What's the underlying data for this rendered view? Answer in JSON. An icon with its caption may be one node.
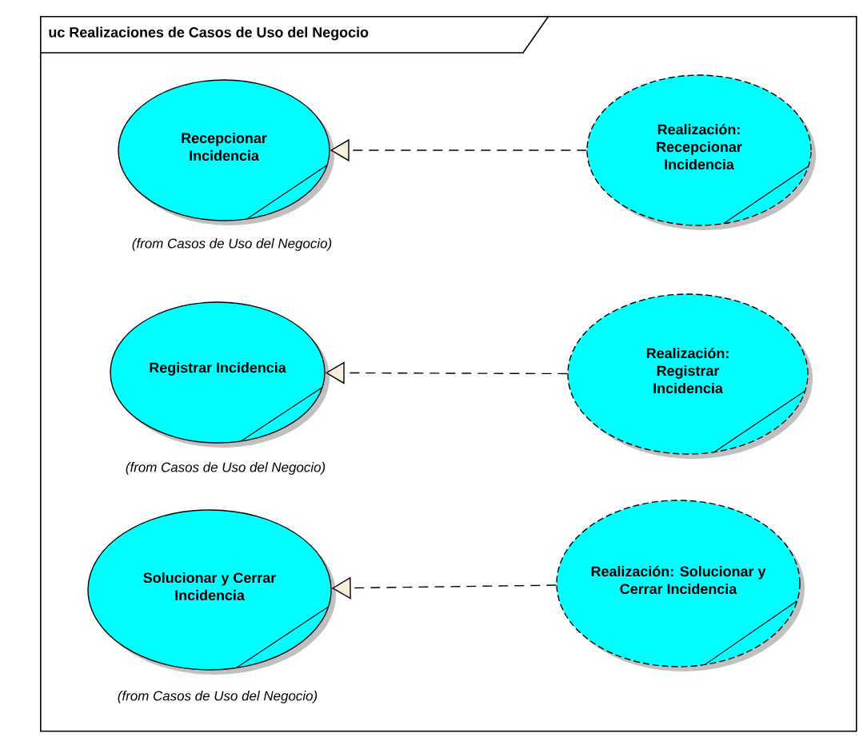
{
  "diagram": {
    "nodes": [
      {
        "text": [
          "uc Realizaciones de Casos de Uso del Negocio"
        ]
      },
      {
        "text": [
          "Recepcionar Incidencia"
        ],
        "in": 0,
        "beside": [
          "(from Casos de Uso del Negocio)"
        ]
      },
      {
        "text": [
          "Realización: Recepcionar Incidencia"
        ],
        "in": 0
      },
      {
        "text": [
          "Registrar Incidencia"
        ],
        "in": 0,
        "beside": [
          "(from Casos de Uso del Negocio)"
        ]
      },
      {
        "text": [
          "Realización: Registrar Incidencia"
        ],
        "in": 0
      },
      {
        "text": [
          "Solucionar y Cerrar Incidencia"
        ],
        "in": 0,
        "beside": [
          "(from Casos de Uso del Negocio)"
        ]
      },
      {
        "text": [
          "Realización: Solucionar y Cerrar Incidencia"
        ],
        "in": 0
      }
    ],
    "edges": [
      {
        "from": 2,
        "to": 1,
        "arrow": "to",
        "style": "dashed"
      },
      {
        "from": 4,
        "to": 3,
        "arrow": "to",
        "style": "dashed"
      },
      {
        "from": 6,
        "to": 5,
        "arrow": "to",
        "style": "dashed"
      }
    ]
  }
}
